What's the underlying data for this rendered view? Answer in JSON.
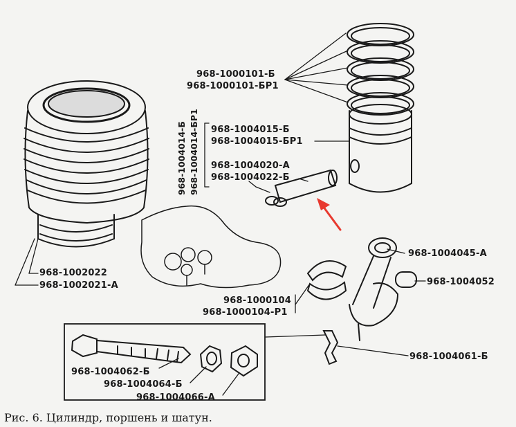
{
  "caption": "Рис. 6. Цилиндр, поршень и шатун.",
  "labels": {
    "rings_a": "968-1000101-Б",
    "rings_b": "968-1000101-БР1",
    "piston_v1": "968-1004014-Б",
    "piston_v2": "968-1004014-БР1",
    "pin_a": "968-1004015-Б",
    "pin_b": "968-1004015-БР1",
    "circlip_a": "968-1004020-А",
    "circlip_b": "968-1004022-Б",
    "cylinder_a": "968-1002022",
    "cylinder_b": "968-1002021-А",
    "bearing_a": "968-1000104",
    "bearing_b": "968-1000104-Р1",
    "rod": "968-1004045-А",
    "bush": "968-1004052",
    "nozzle": "968-1004061-Б",
    "bolt": "968-1004062-Б",
    "nut": "968-1004064-Б",
    "nut2": "968-1004066-А"
  },
  "colors": {
    "ink": "#1a1a1a",
    "arrow": "#e8392f",
    "paper": "#f4f4f2"
  }
}
